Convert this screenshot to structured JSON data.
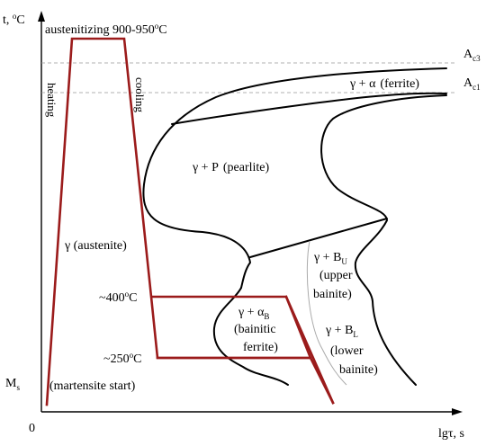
{
  "axes": {
    "y_label_main": "t, ",
    "y_label_sup": "o",
    "y_label_unit": "C",
    "x_label": "lgτ, s",
    "origin": "0"
  },
  "temperatures": {
    "austenitizing": "austenitizing 900-950",
    "austenitizing_sup": "o",
    "austenitizing_unit": "C",
    "ac3_main": "A",
    "ac3_sub": "c3",
    "ac1_main": "A",
    "ac1_sub": "c1",
    "t400_main": "~400",
    "t400_sup": "o",
    "t400_unit": "C",
    "t250_main": "~250",
    "t250_sup": "o",
    "t250_unit": "C",
    "ms_main": "M",
    "ms_sub": "s",
    "ms_desc": "(martensite start)"
  },
  "process": {
    "heating": "heating",
    "cooling": "cooling"
  },
  "regions": {
    "austenite": "γ (austenite)",
    "ferrite_greek": "γ + α",
    "ferrite_word": "(ferrite)",
    "pearlite_greek": "γ + P",
    "pearlite_word": "(pearlite)",
    "bainitic_greek": "γ + α",
    "bainitic_sub": "B",
    "bainitic_line1": "(bainitic",
    "bainitic_line2": "ferrite)",
    "upper_greek": "γ + B",
    "upper_sub": "U",
    "upper_line1": "(upper",
    "upper_line2": "bainite)",
    "lower_greek": "γ + B",
    "lower_sub": "L",
    "lower_line1": "(lower",
    "lower_line2": "bainite)"
  },
  "colors": {
    "process_line": "#9b1b1b",
    "curves": "#000000",
    "dashed_reference": "#999999"
  }
}
